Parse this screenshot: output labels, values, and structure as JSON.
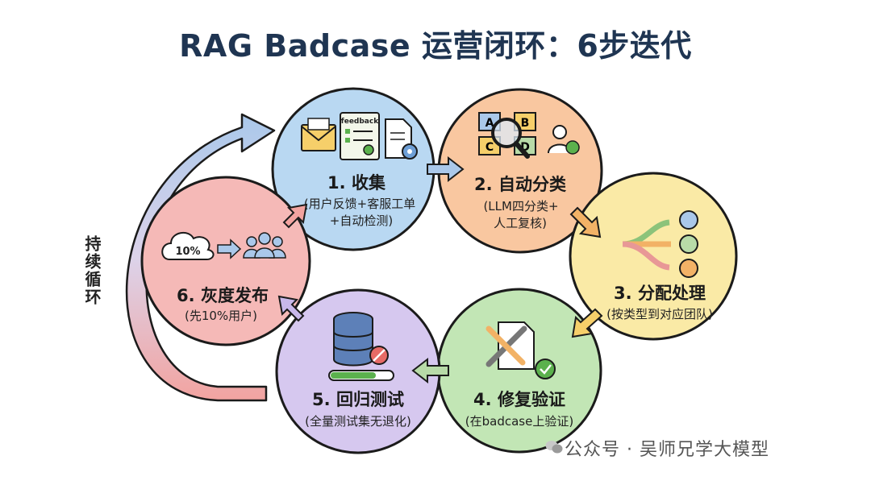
{
  "title": "RAG Badcase 运营闭环：6步迭代",
  "side_label": "持续循环",
  "colors": {
    "step1": "#b9d8f2",
    "step2": "#f9c7a0",
    "step3": "#faeaa6",
    "step4": "#c2e6b5",
    "step5": "#d6c8ef",
    "step6": "#f5b9b7",
    "outline": "#1b1b1b",
    "title": "#1f3552"
  },
  "steps": [
    {
      "title": "1. 收集",
      "sub": [
        "(用户反馈+客服工单",
        "+自动检测)"
      ],
      "icon_label": "feedback"
    },
    {
      "title": "2. 自动分类",
      "sub": [
        "(LLM四分类+",
        "人工复核)"
      ],
      "icon_labels": [
        "A",
        "B",
        "C",
        "D"
      ]
    },
    {
      "title": "3. 分配处理",
      "sub": [
        "(按类型到对应团队)"
      ]
    },
    {
      "title": "4. 修复验证",
      "sub": [
        "(在badcase上验证)"
      ]
    },
    {
      "title": "5. 回归测试",
      "sub": [
        "(全量测试集无退化)"
      ]
    },
    {
      "title": "6. 灰度发布",
      "sub": [
        "(先10%用户)"
      ],
      "icon_label": "10%"
    }
  ],
  "watermark": "公众号 · 吴师兄学大模型"
}
